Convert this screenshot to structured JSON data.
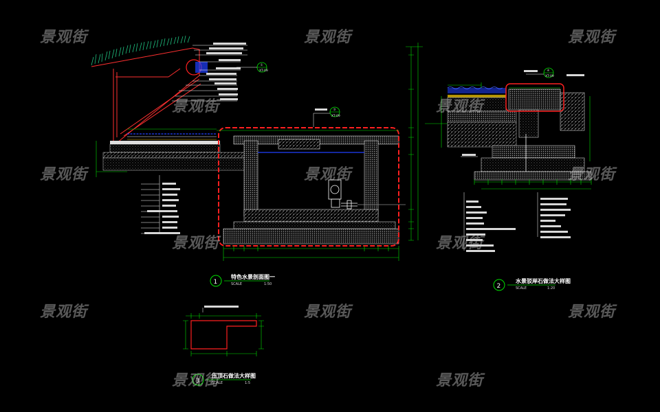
{
  "watermark": {
    "text": "景观街"
  },
  "details": [
    {
      "number": "1",
      "title": "特色水景剖面图一",
      "scale_label": "SCALE",
      "scale_value": "1:50"
    },
    {
      "number": "2",
      "title": "水景驳岸石做法大样图",
      "scale_label": "SCALE",
      "scale_value": "1:20"
    },
    {
      "number": "3",
      "title": "压顶石做法大样图",
      "scale_label": "SCALE",
      "scale_value": "1:5"
    }
  ],
  "callouts": [
    {
      "number": "①",
      "sheet": "XT-09"
    },
    {
      "number": "④",
      "sheet": "XT-09"
    },
    {
      "number": "③",
      "sheet": "XT-09"
    }
  ],
  "colors": {
    "background": "#000000",
    "dimension_lines": "#00e000",
    "section_outline": "#ff2020",
    "water_line": "#2040ff",
    "structure": "#ffffff",
    "label_text": "#e8e8e8",
    "grass": "#20c080"
  }
}
